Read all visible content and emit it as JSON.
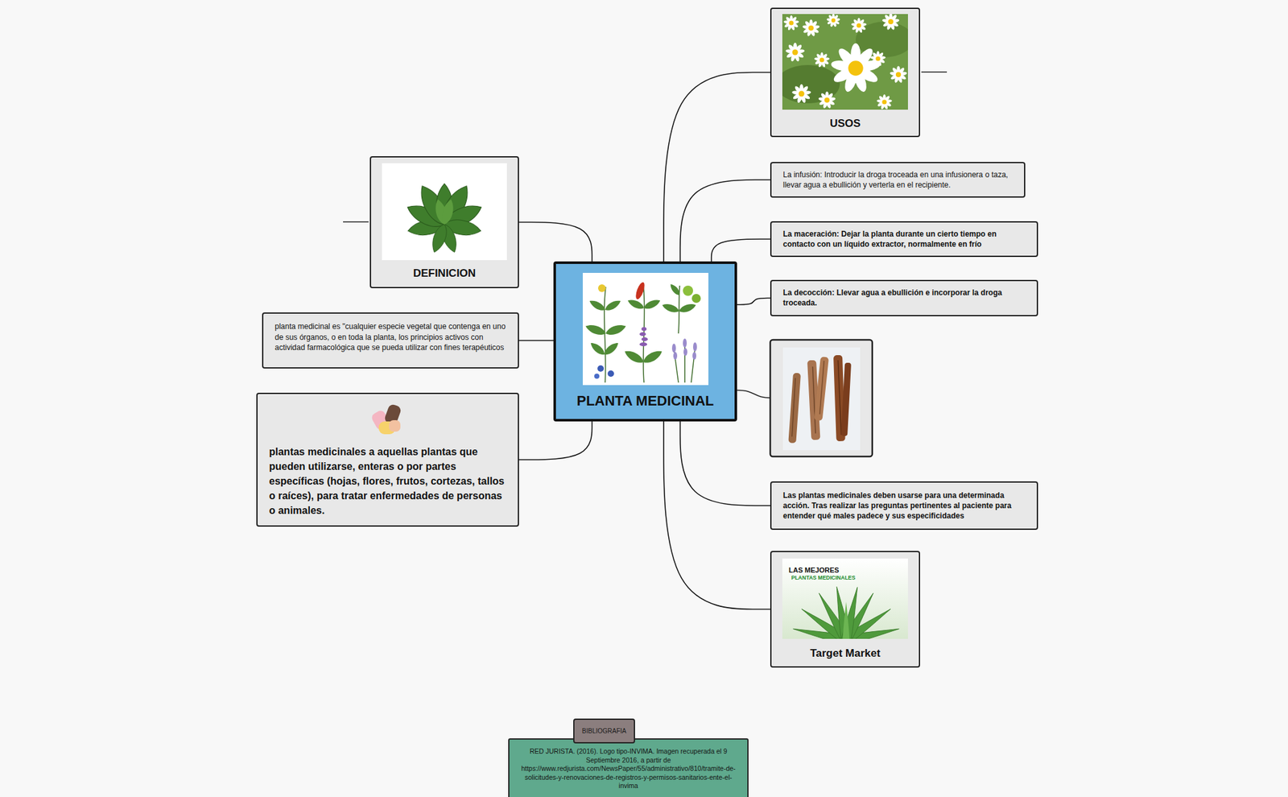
{
  "diagram": {
    "nodes": [
      {
        "text": [
          "PLANTA MEDICINAL"
        ]
      },
      {
        "text": [
          "DEFINICION"
        ]
      },
      {
        "text": [
          "planta medicinal es \"cualquier especie vegetal que contenga en uno de sus órganos, o en toda la planta, los principios activos con actividad farmacológica que se pueda utilizar con fines terapéuticos"
        ]
      },
      {
        "text": [
          "plantas medicinales a aquellas plantas que pueden utilizarse, enteras o por partes específicas (hojas, flores, frutos, cortezas, tallos o raíces), para tratar enfermedades de personas o animales."
        ]
      },
      {
        "text": [
          "USOS"
        ]
      },
      {
        "text": [
          "La infusión: Introducir la droga troceada en una infusionera o taza, llevar agua a ebullición y verterla en el recipiente."
        ]
      },
      {
        "text": [
          "La maceración: Dejar la planta durante un cierto tiempo en contacto con un líquido extractor, normalmente en frío"
        ]
      },
      {
        "text": [
          "La decocción: Llevar agua a ebullición e incorporar la droga troceada."
        ]
      },
      {
        "text": [
          "Las plantas medicinales deben usarse para una determinada acción. Tras realizar las preguntas pertinentes al paciente para entender qué males padece y sus especificidades"
        ]
      },
      {
        "text": [
          "Target Market"
        ]
      },
      {
        "text": [
          "BIBLIOGRAFIA"
        ]
      },
      {
        "text": [
          "RED JURISTA. (2016). Logo tipo-INVIMA. Imagen recuperada el 9 Septiembre 2016, a partir de https://www.redjurista.com/NewsPaper/55/administrativo/810/tramite-de-solicitudes-y-renovaciones-de-registros-y-permisos-sanitarios-ente-el-invima"
        ]
      }
    ],
    "edges": [
      {
        "from": 0,
        "to": 1,
        "arrow": "none"
      },
      {
        "from": 0,
        "to": 2,
        "arrow": "none"
      },
      {
        "from": 0,
        "to": 3,
        "arrow": "none"
      },
      {
        "from": 0,
        "to": 4,
        "arrow": "none"
      },
      {
        "from": 0,
        "to": 5,
        "arrow": "none"
      },
      {
        "from": 0,
        "to": 6,
        "arrow": "none"
      },
      {
        "from": 0,
        "to": 7,
        "arrow": "none"
      },
      {
        "from": 0,
        "to": 8,
        "arrow": "none"
      },
      {
        "from": 0,
        "to": 9,
        "arrow": "none"
      }
    ],
    "labels": [
      "LAS MEJORES",
      "PLANTAS MEDICINALES"
    ]
  }
}
